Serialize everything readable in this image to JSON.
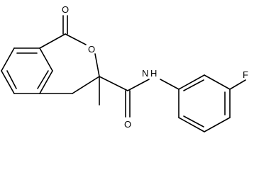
{
  "molecule": {
    "atoms": {
      "carbonyl_oxygen": "O",
      "ring_oxygen": "O",
      "amide_nitrogen": "N",
      "amide_hydrogen": "H",
      "amide_oxygen": "O",
      "fluorine": "F"
    }
  },
  "colors": {
    "ink": "#000000",
    "background": "#ffffff"
  }
}
